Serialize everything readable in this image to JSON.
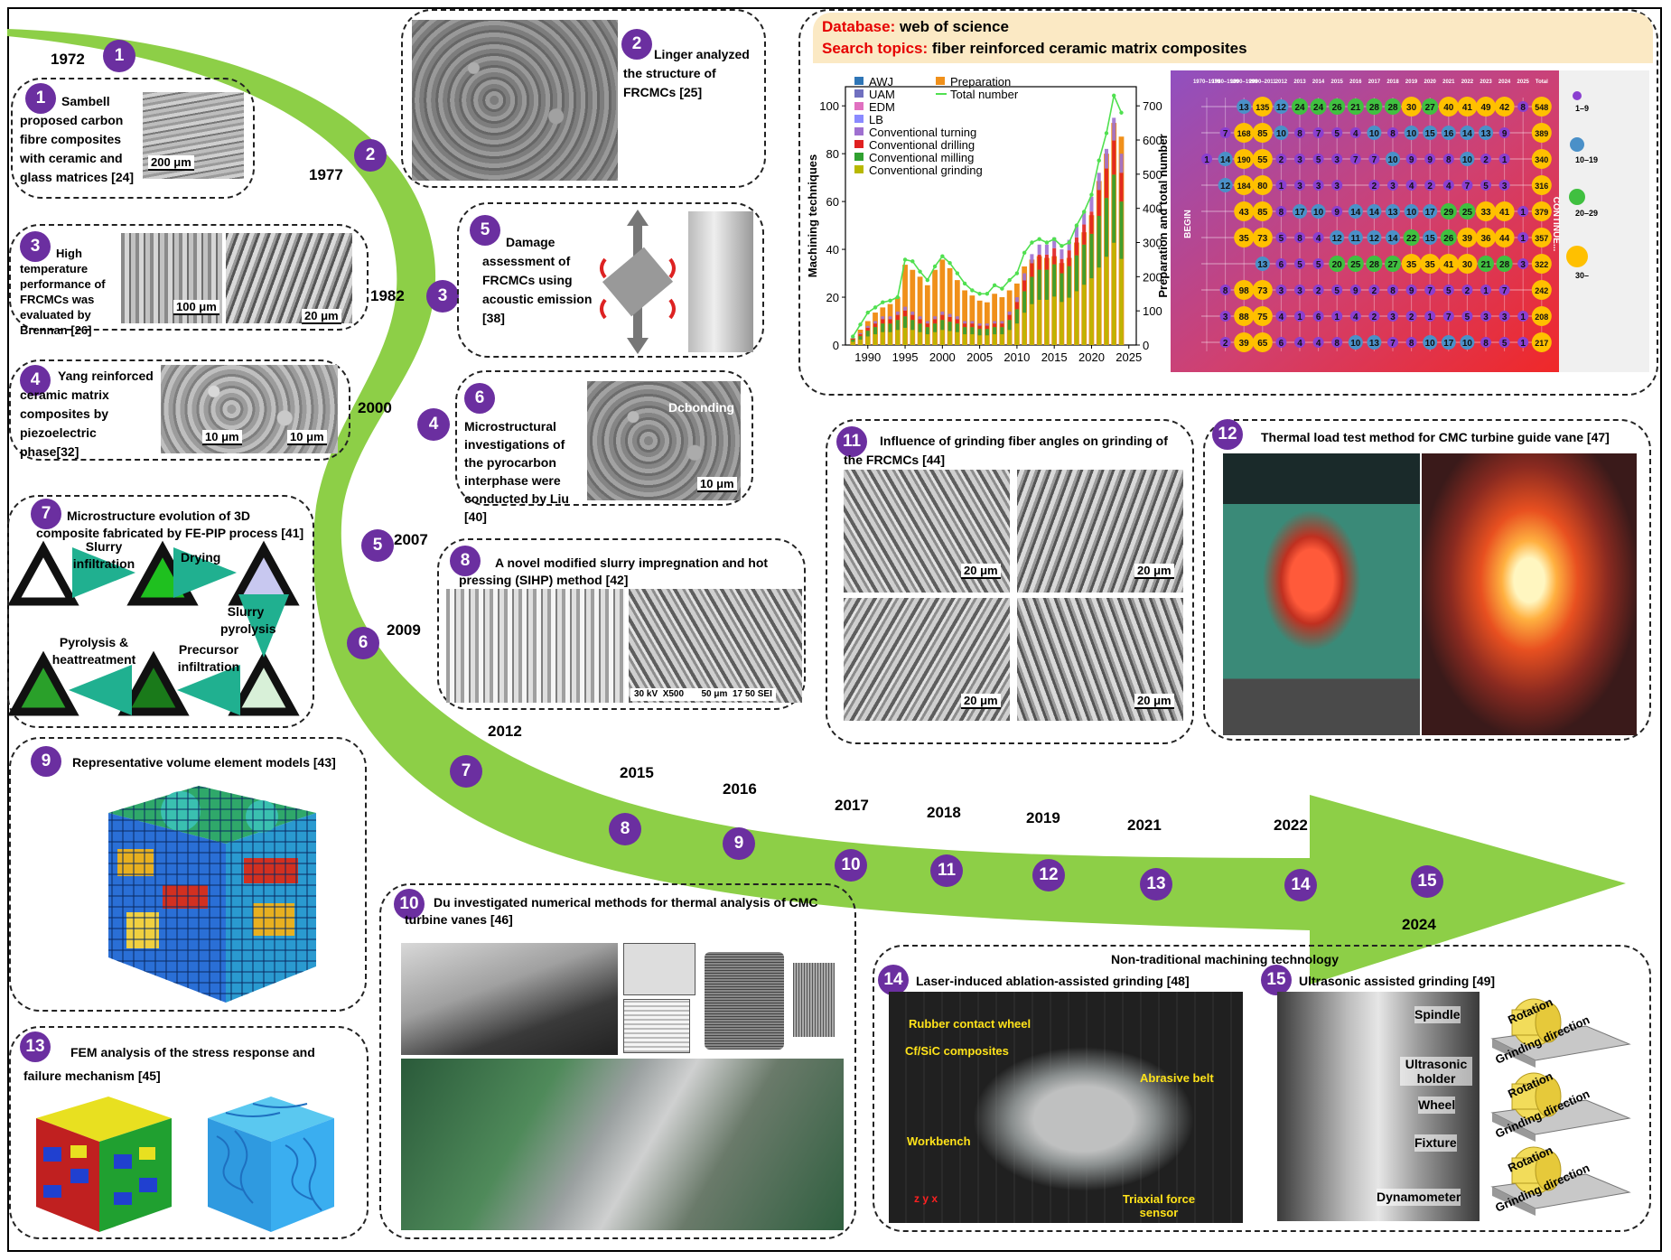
{
  "timeline": {
    "years": [
      "1972",
      "1977",
      "1982",
      "2000",
      "2007",
      "2009",
      "2012",
      "2015",
      "2016",
      "2017",
      "2018",
      "2019",
      "2021",
      "2022",
      "2024"
    ],
    "markers": [
      "1",
      "2",
      "3",
      "4",
      "5",
      "6",
      "7",
      "8",
      "9",
      "10",
      "11",
      "12",
      "13",
      "14",
      "15"
    ]
  },
  "panels": {
    "p1": {
      "num": "1",
      "text": "Sambell proposed carbon fibre composites with ceramic and glass matrices [24]",
      "scale": "200 μm"
    },
    "p2": {
      "num": "2",
      "text": "Linger analyzed the structure of FRCMCs [25]"
    },
    "p3": {
      "num": "3",
      "text": "High temperature performance of FRCMCs was evaluated by Brennan [26]",
      "scale1": "100 μm",
      "scale2": "20 μm"
    },
    "p4": {
      "num": "4",
      "text": "Yang reinforced ceramic matrix composites by piezoelectric phase[32]",
      "scale1": "10 μm",
      "scale2": "10 μm"
    },
    "p5": {
      "num": "5",
      "text": "Damage assessment of FRCMCs using acoustic emission [38]"
    },
    "p6": {
      "num": "6",
      "text": "Microstructural investigations of the pyrocarbon interphase were conducted by Liu [40]",
      "label": "Dcbonding",
      "scale": "10 μm"
    },
    "p7": {
      "num": "7",
      "title": "Microstructure evolution of 3D composite fabricated by FE-PIP process [41]",
      "steps": [
        "Slurry infiltration",
        "Drying",
        "Slurry pyrolysis",
        "Precursor infiltration",
        "Pyrolysis & heattreatment"
      ]
    },
    "p8": {
      "num": "8",
      "title": "A novel modified slurry impregnation and hot pressing (SIHP) method [42]",
      "sem_label": "30 kV  X500       50 μm  17 50 SEI"
    },
    "p9": {
      "num": "9",
      "title": "Representative volume element models [43]"
    },
    "p10": {
      "num": "10",
      "title": "Du investigated numerical methods for thermal analysis of CMC turbine vanes [46]"
    },
    "p11": {
      "num": "11",
      "title": "Influence of grinding fiber angles on grinding of the FRCMCs [44]",
      "scales": [
        "20 μm",
        "20 μm",
        "20 μm",
        "20 μm"
      ]
    },
    "p12": {
      "num": "12",
      "title": "Thermal load test method for CMC turbine guide vane [47]"
    },
    "p13": {
      "num": "13",
      "title": "FEM analysis of the stress response and failure mechanism [45]"
    },
    "p14": {
      "num": "14",
      "title": "Laser-induced ablation-assisted grinding [48]",
      "labels": [
        "Rubber contact wheel",
        "Cf/SiC composites",
        "Abrasive belt",
        "Workbench",
        "Triaxial force sensor"
      ],
      "axes": "z y x"
    },
    "p15": {
      "num": "15",
      "title": "Ultrasonic assisted grinding [49]",
      "labels": [
        "Spindle",
        "Ultrasonic holder",
        "Wheel",
        "Fixture",
        "Dynamometer"
      ],
      "motion": [
        "Rotation",
        "Grinding direction"
      ]
    },
    "nontrad": {
      "title": "Non-traditional machining technology"
    }
  },
  "database": {
    "db_label": "Database:",
    "db_value": "web of science",
    "topic_label": "Search topics:",
    "topic_value": "fiber reinforced ceramic matrix composites"
  },
  "chart_data": {
    "type": "bar",
    "ylabel": "Machining techniques",
    "y2label": "Preparation and total number",
    "x_ticks": [
      "1990",
      "1995",
      "2000",
      "2005",
      "2010",
      "2015",
      "2020",
      "2025"
    ],
    "y_ticks": [
      "0",
      "20",
      "40",
      "60",
      "80",
      "100"
    ],
    "y2_ticks": [
      "0",
      "100",
      "200",
      "300",
      "400",
      "500",
      "600",
      "700"
    ],
    "ylim": [
      0,
      108
    ],
    "y2lim": [
      0,
      756
    ],
    "xlim": [
      1987,
      2026
    ],
    "legend": [
      "AWJ",
      "UAM",
      "EDM",
      "LB",
      "Conventional turning",
      "Conventional drilling",
      "Conventional milling",
      "Conventional grinding",
      "Preparation",
      "Total number"
    ],
    "legend_colors": [
      "#2e75b6",
      "#7070c0",
      "#e070c0",
      "#8a8aff",
      "#9f70d0",
      "#e02020",
      "#30a030",
      "#b8b800",
      "#f0901a",
      "#50e050"
    ],
    "years": [
      1988,
      1989,
      1990,
      1991,
      1992,
      1993,
      1994,
      1995,
      1996,
      1997,
      1998,
      1999,
      2000,
      2001,
      2002,
      2003,
      2004,
      2005,
      2006,
      2007,
      2008,
      2009,
      2010,
      2011,
      2012,
      2013,
      2014,
      2015,
      2016,
      2017,
      2018,
      2019,
      2020,
      2021,
      2022,
      2023,
      2024
    ],
    "preparation": [
      20,
      45,
      70,
      95,
      110,
      120,
      140,
      235,
      220,
      200,
      175,
      220,
      250,
      225,
      190,
      160,
      145,
      130,
      125,
      150,
      140,
      160,
      180,
      230,
      250,
      260,
      255,
      260,
      240,
      255,
      300,
      330,
      380,
      480,
      560,
      650,
      610
    ],
    "machining": [
      3,
      5,
      8,
      10,
      12,
      12,
      14,
      16,
      14,
      12,
      10,
      12,
      14,
      13,
      12,
      10,
      10,
      9,
      9,
      10,
      10,
      14,
      20,
      30,
      38,
      42,
      42,
      45,
      40,
      44,
      50,
      56,
      62,
      72,
      82,
      95,
      80
    ],
    "total": [
      25,
      60,
      95,
      110,
      125,
      130,
      140,
      250,
      245,
      215,
      190,
      230,
      260,
      240,
      210,
      180,
      160,
      150,
      150,
      175,
      165,
      190,
      210,
      270,
      300,
      310,
      300,
      310,
      290,
      300,
      350,
      390,
      440,
      540,
      620,
      730,
      680
    ]
  },
  "matrix": {
    "col_headers": [
      "1970–1979",
      "1980–1989",
      "1990–1999",
      "2000–2011",
      "2012",
      "2013",
      "2014",
      "2015",
      "2016",
      "2017",
      "2018",
      "2019",
      "2020",
      "2021",
      "2022",
      "2023",
      "2024",
      "2025",
      "Total"
    ],
    "begin": "BEGIN",
    "continue": "CONTINUE...",
    "rows": [
      [
        "",
        "",
        "13",
        "135",
        "12",
        "24",
        "24",
        "26",
        "21",
        "28",
        "28",
        "30",
        "27",
        "40",
        "41",
        "49",
        "42",
        "8",
        "548"
      ],
      [
        "",
        "7",
        "168",
        "85",
        "10",
        "8",
        "7",
        "5",
        "4",
        "10",
        "8",
        "10",
        "15",
        "16",
        "14",
        "13",
        "9",
        "",
        "389"
      ],
      [
        "1",
        "14",
        "190",
        "55",
        "2",
        "3",
        "5",
        "3",
        "7",
        "7",
        "10",
        "9",
        "9",
        "8",
        "10",
        "2",
        "1",
        "",
        "340"
      ],
      [
        "",
        "12",
        "184",
        "80",
        "1",
        "3",
        "3",
        "3",
        "",
        "2",
        "3",
        "4",
        "2",
        "4",
        "7",
        "5",
        "3",
        "",
        "316"
      ],
      [
        "",
        "",
        "43",
        "85",
        "8",
        "17",
        "10",
        "9",
        "14",
        "14",
        "13",
        "10",
        "17",
        "29",
        "25",
        "33",
        "41",
        "1",
        "379"
      ],
      [
        "",
        "",
        "35",
        "73",
        "5",
        "8",
        "4",
        "12",
        "11",
        "12",
        "14",
        "22",
        "15",
        "26",
        "39",
        "36",
        "44",
        "1",
        "357"
      ],
      [
        "",
        "",
        "",
        "13",
        "6",
        "5",
        "5",
        "20",
        "25",
        "28",
        "27",
        "35",
        "35",
        "41",
        "30",
        "21",
        "28",
        "3",
        "322"
      ],
      [
        "",
        "8",
        "98",
        "73",
        "3",
        "3",
        "2",
        "5",
        "9",
        "2",
        "8",
        "9",
        "7",
        "5",
        "2",
        "1",
        "7",
        "",
        "242"
      ],
      [
        "",
        "3",
        "88",
        "75",
        "4",
        "1",
        "6",
        "1",
        "4",
        "2",
        "3",
        "2",
        "1",
        "7",
        "5",
        "3",
        "3",
        "1",
        "208"
      ],
      [
        "",
        "2",
        "39",
        "65",
        "6",
        "4",
        "4",
        "8",
        "10",
        "13",
        "7",
        "8",
        "10",
        "17",
        "10",
        "8",
        "5",
        "1",
        "217"
      ]
    ],
    "legend": [
      "1–9",
      "10–19",
      "20–29",
      "30–"
    ],
    "legend_colors": [
      "#8a3fd0",
      "#4a90c8",
      "#40c040",
      "#ffc000"
    ]
  }
}
